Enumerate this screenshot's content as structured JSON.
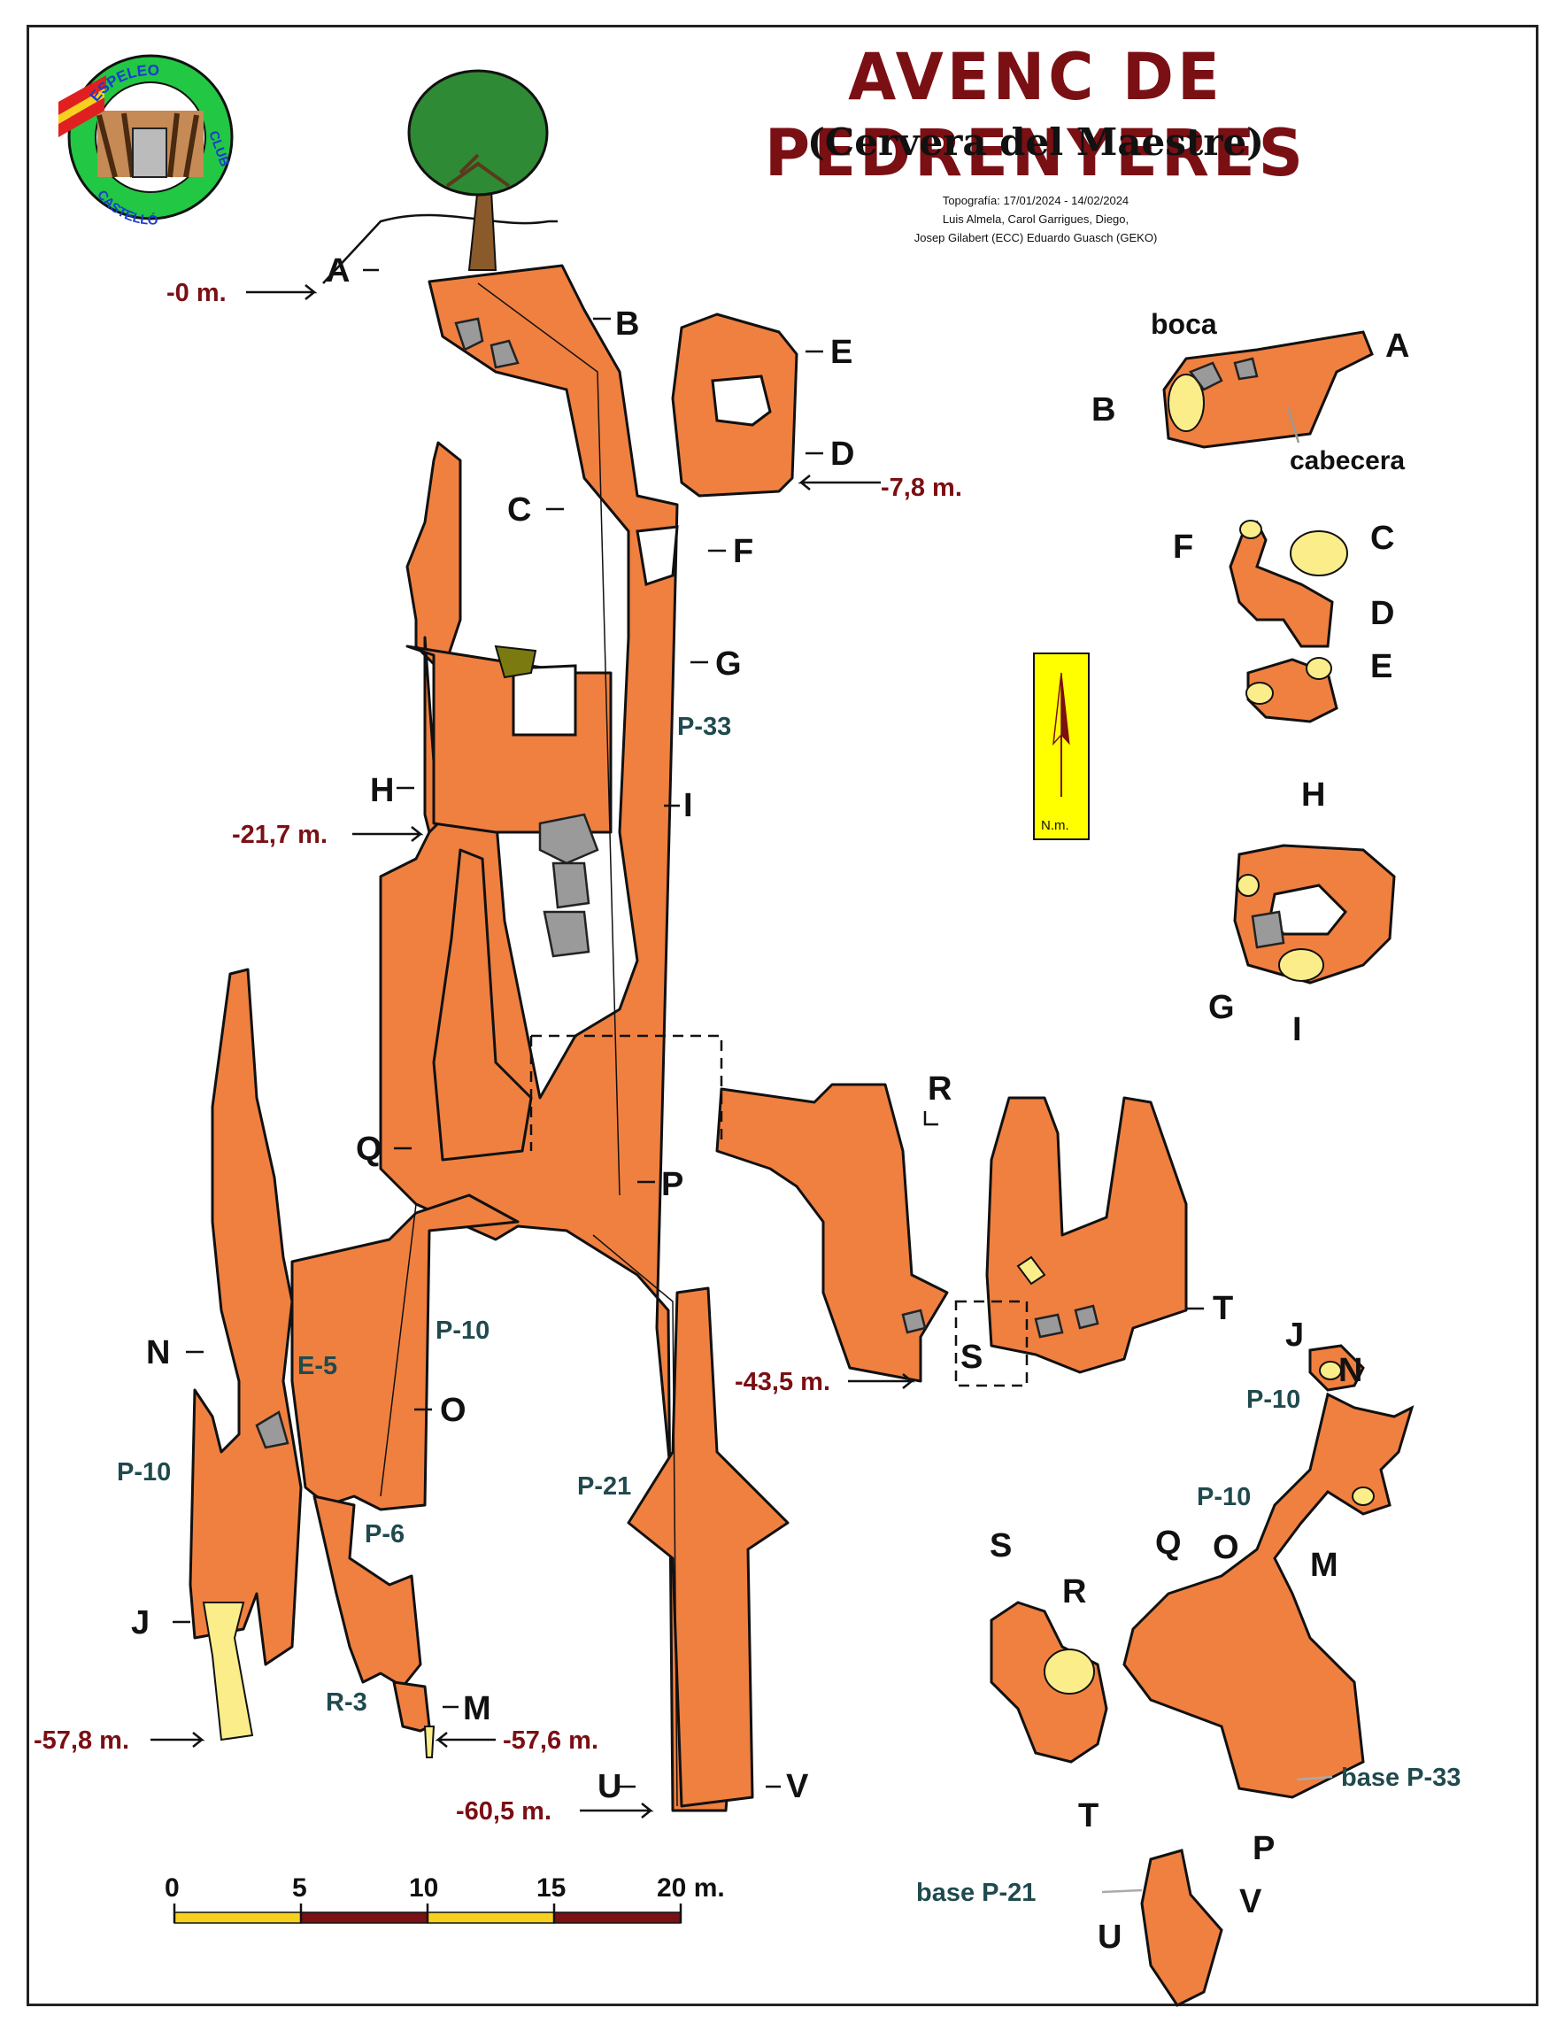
{
  "title": "AVENC DE PEDRENYERES",
  "subtitle": "(Cervera del Maestre)",
  "credits": [
    "Topografía: 17/01/2024 - 14/02/2024",
    "Luis Almela, Carol Garrigues, Diego,",
    "Josep Gilabert (ECC) Eduardo Guasch (GEKO)"
  ],
  "logo": {
    "ring_top": "ESPELEO",
    "ring_right": "CLUB",
    "ring_bottom": "CASTELLÓ",
    "colors": {
      "ring": "#22c744",
      "flag_red": "#e02020",
      "flag_yellow": "#f7d11e"
    }
  },
  "north": {
    "label": "N.m.",
    "color": "#ffff00"
  },
  "section_labels": [
    "A",
    "B",
    "C",
    "D",
    "E",
    "F",
    "G",
    "H",
    "I",
    "P",
    "Q",
    "R",
    "S",
    "T",
    "N",
    "O",
    "J",
    "M",
    "U",
    "V"
  ],
  "depths": {
    "d0": "-0 m.",
    "d7": "-7,8 m.",
    "d21": "-21,7 m.",
    "d43": "-43,5 m.",
    "d57a": "-57,8 m.",
    "d57b": "-57,6 m.",
    "d60": "-60,5 m."
  },
  "pitches": {
    "p33": "P-33",
    "p10a": "P-10",
    "e5": "E-5",
    "p10b": "P-10",
    "p6": "P-6",
    "r3": "R-3",
    "p21": "P-21",
    "plan_p10a": "P-10",
    "plan_p10b": "P-10"
  },
  "plan_notes": {
    "boca": "boca",
    "cabecera": "cabecera",
    "base33": "base P-33",
    "base21": "base P-21"
  },
  "scale": {
    "ticks": [
      "0",
      "5",
      "10",
      "15",
      "20 m."
    ],
    "colors": [
      "#f7d11e",
      "#7a0f14",
      "#f7d11e",
      "#7a0f14"
    ]
  },
  "colors": {
    "cave": "#f08040",
    "depth_text": "#7a0f14",
    "pitch_text": "#1f4a4e",
    "clay": "#fbee8a",
    "tree": "#2e8a35"
  }
}
